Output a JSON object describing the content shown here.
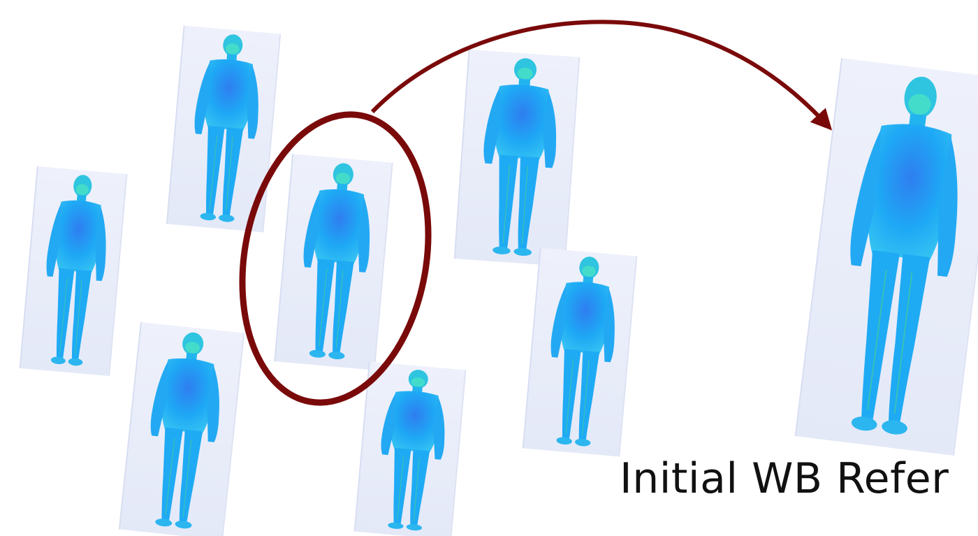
{
  "figure": {
    "caption": "Initial WB Refer",
    "icon": "human-body-scan",
    "colors": {
      "body": "#1eaaf5",
      "body_dark": "#1388e0",
      "head": "#3fd7d4",
      "slab": "#e7ebf8",
      "highlight": "#7a0a0a",
      "caption": "#111111"
    },
    "scans_count": 8
  }
}
